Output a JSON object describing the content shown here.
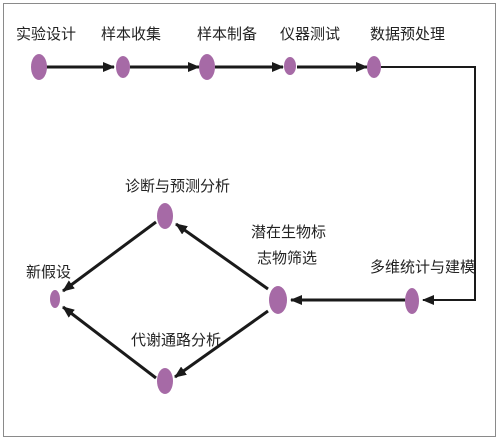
{
  "colors": {
    "node_fill": "#a66aa6",
    "line": "#1a1a1a",
    "frame": "#8a8a8a"
  },
  "steps": {
    "experiment_design": "实验设计",
    "sample_collection": "样本收集",
    "sample_preparation": "样本制备",
    "instrument_testing": "仪器测试",
    "data_preprocessing": "数据预处理",
    "multivariate_statistics": "多维统计与建模",
    "biomarker_screening_line1": "潜在生物标",
    "biomarker_screening_line2": "志物筛选",
    "diagnosis_prediction": "诊断与预测分析",
    "metabolic_pathway": "代谢通路分析",
    "new_hypothesis": "新假设"
  }
}
